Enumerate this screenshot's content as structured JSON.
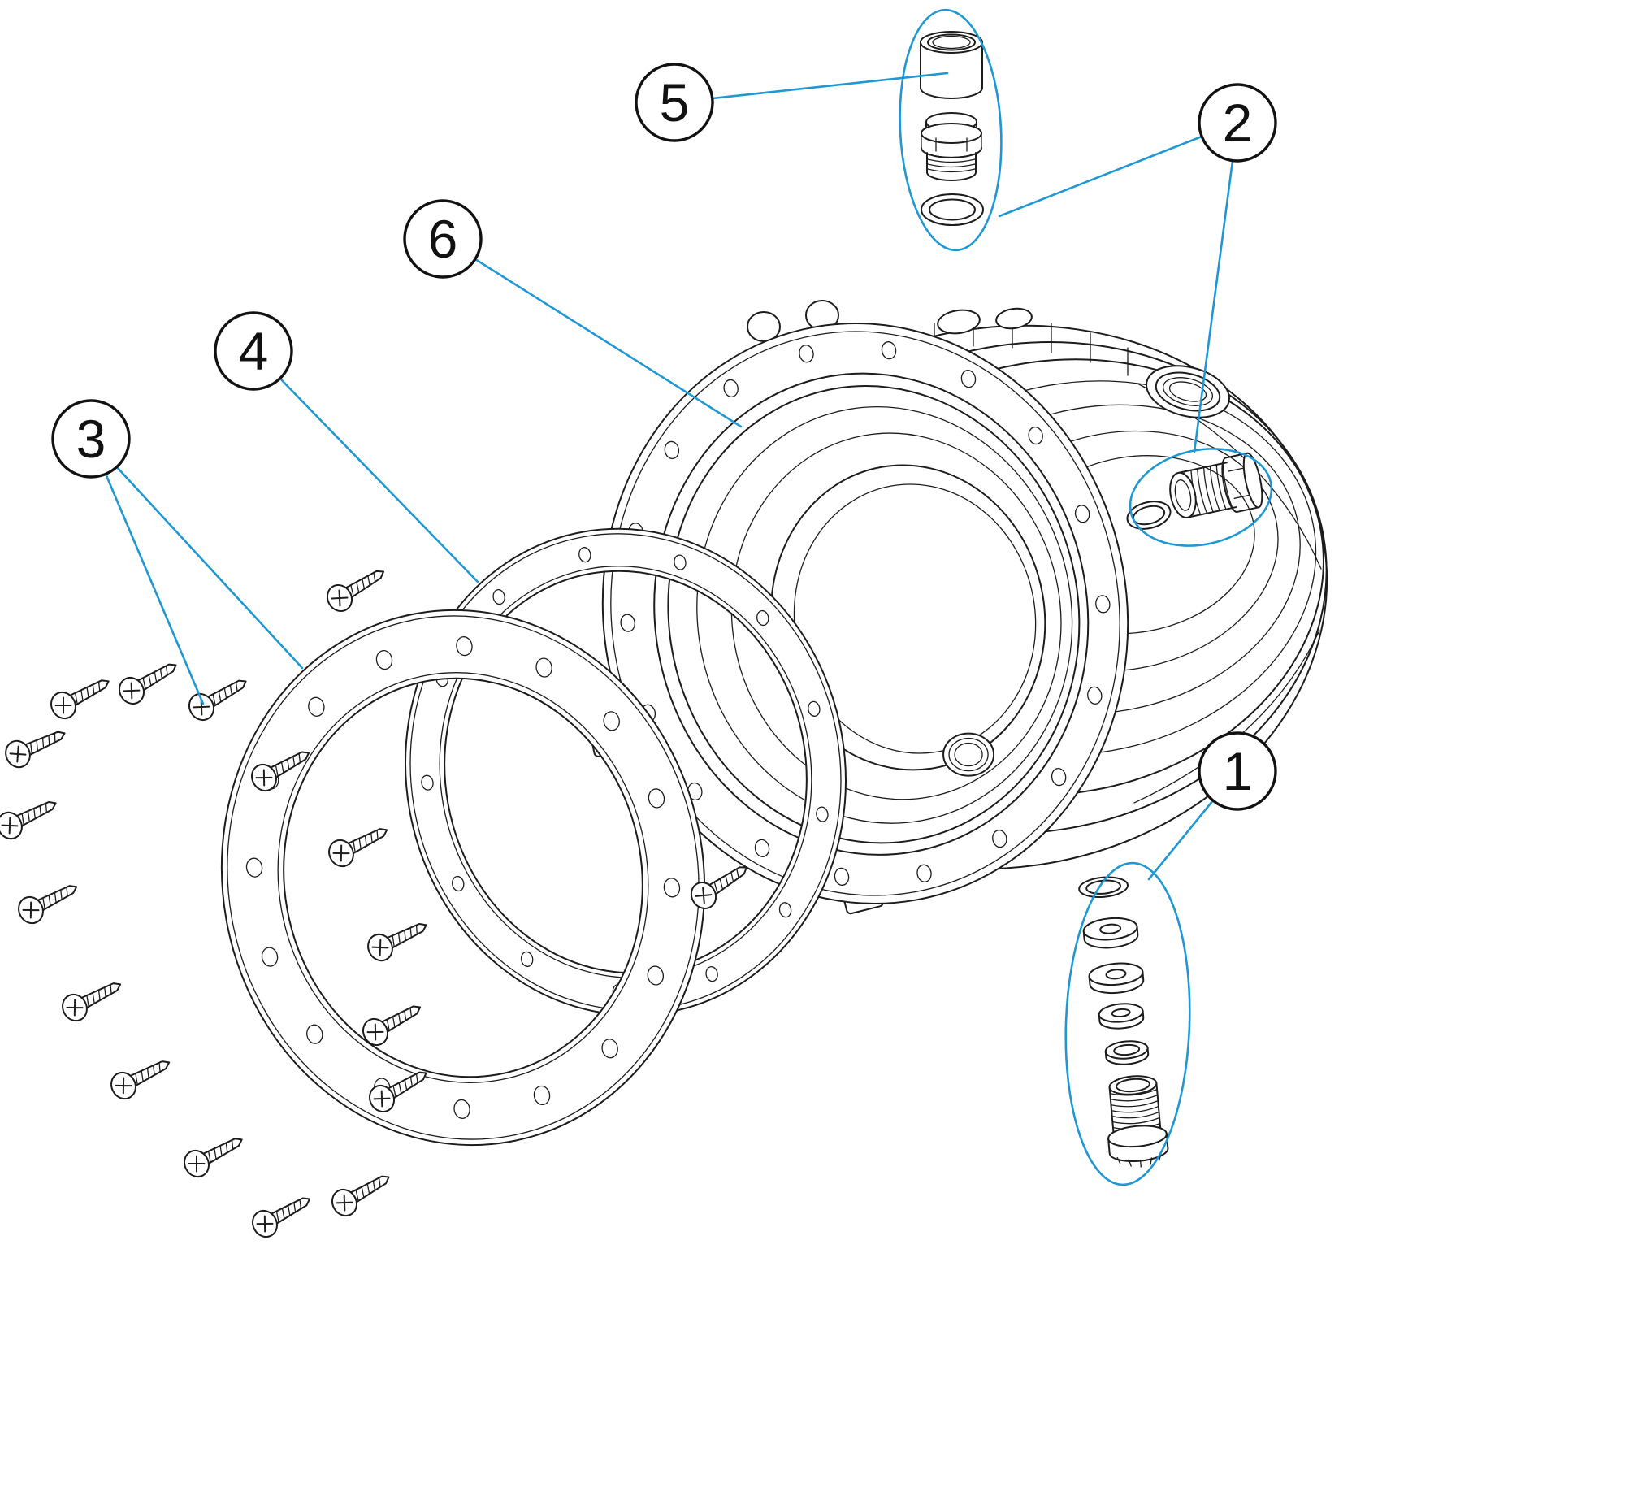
{
  "diagram": {
    "background_color": "#ffffff",
    "line_color": "#1c1c1c",
    "accent_color": "#1e97d4",
    "callouts": [
      {
        "label": "1",
        "part": "cable-gland-stack"
      },
      {
        "label": "2",
        "part": "threaded-plug-and-o-ring"
      },
      {
        "label": "3",
        "part": "fixing-screws"
      },
      {
        "label": "4",
        "part": "gasket-ring"
      },
      {
        "label": "5",
        "part": "conduit-fitting-set"
      },
      {
        "label": "6",
        "part": "niche-housing-body"
      }
    ],
    "screws_shown": 18
  }
}
